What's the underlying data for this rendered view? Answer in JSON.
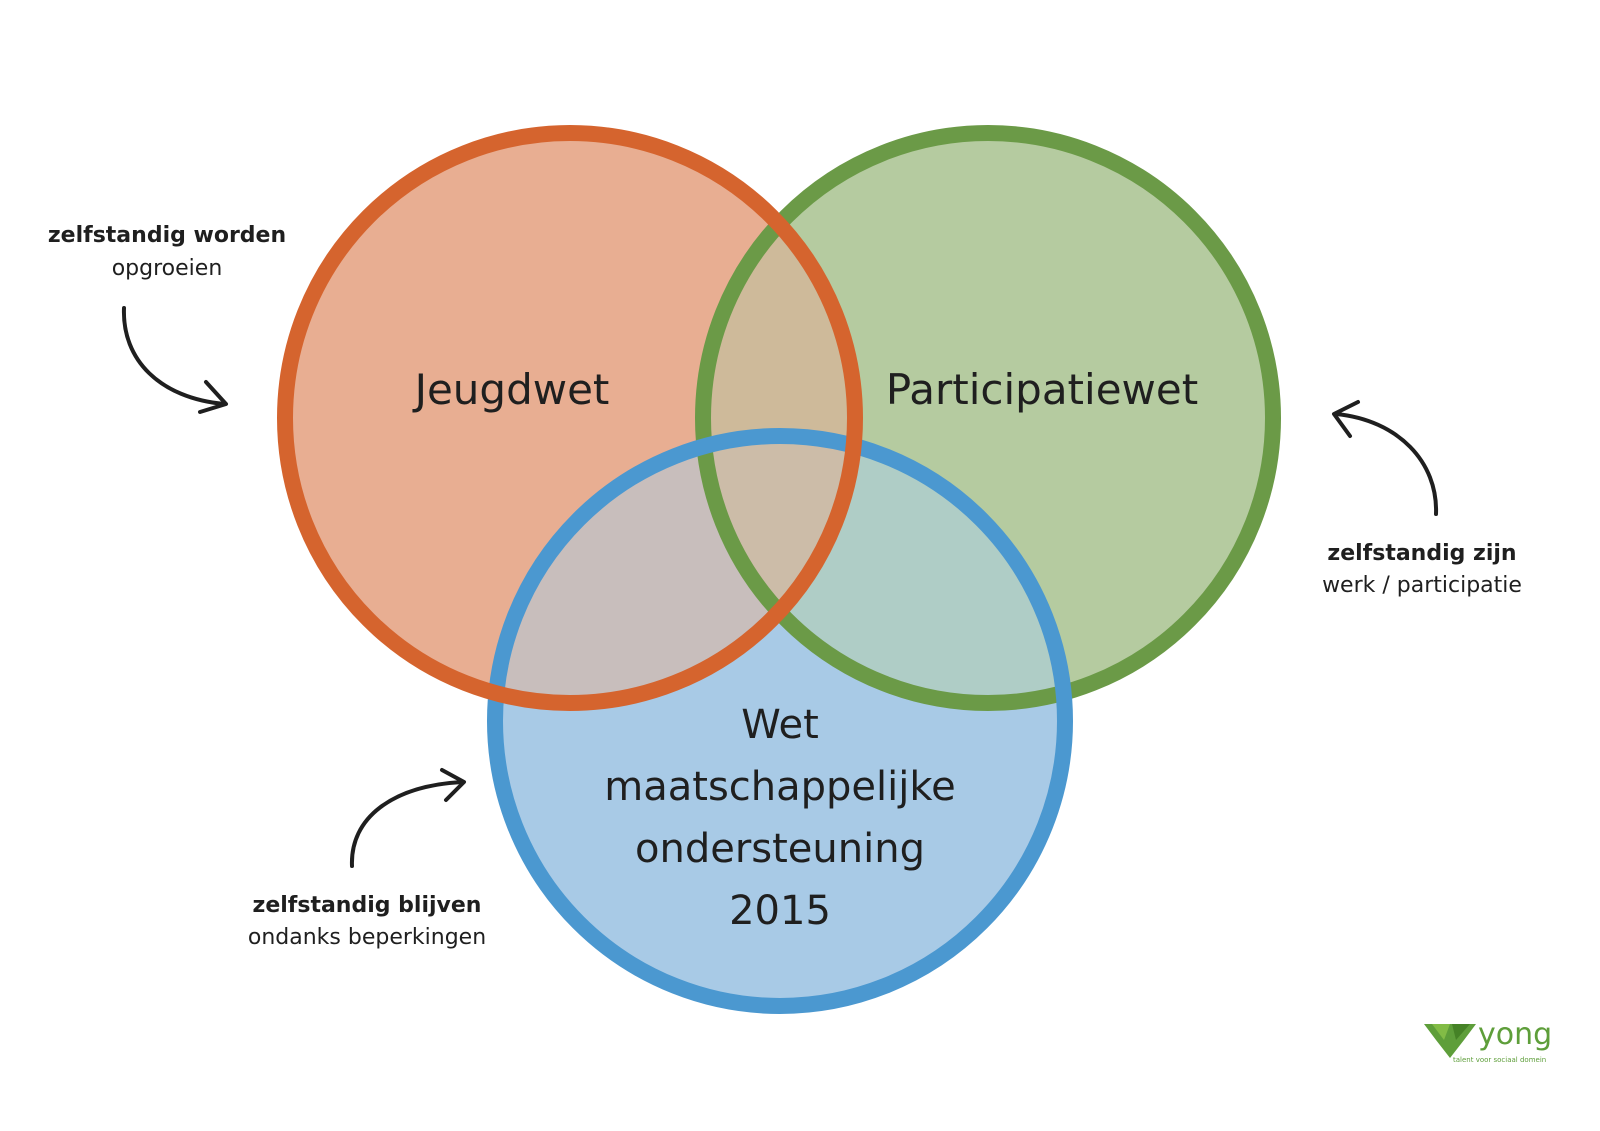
{
  "circles": [
    {
      "id": "jeugdwet",
      "label_lines": [
        "Jeugdwet"
      ],
      "fill": "#E8AE92",
      "stroke": "#D5642E"
    },
    {
      "id": "participatiewet",
      "label_lines": [
        "Participatiewet"
      ],
      "fill": "#B5CBA0",
      "stroke": "#6B9A47"
    },
    {
      "id": "wmo",
      "label_lines": [
        "Wet",
        "maatschappelijke",
        "ondersteuning",
        "2015"
      ],
      "fill": "#A8CAE6",
      "stroke": "#4B98D0"
    }
  ],
  "overlap_colors": {
    "jeugd_participatie": "#CEBA9A",
    "jeugd_wmo": "#C8BEBC",
    "participatie_wmo": "#AFCDC6",
    "all_three": "#CCBCA8"
  },
  "annotations": {
    "worden": {
      "bold": "zelfstandig worden",
      "sub": "opgroeien"
    },
    "zijn": {
      "bold": "zelfstandig zijn",
      "sub": "werk / participatie"
    },
    "blijven": {
      "bold": "zelfstandig blijven",
      "sub": "ondanks beperkingen"
    }
  },
  "logo": {
    "word": "yong",
    "tagline": "talent voor sociaal domein",
    "color": "#5E9E3A",
    "icon": "diamond-icon"
  }
}
